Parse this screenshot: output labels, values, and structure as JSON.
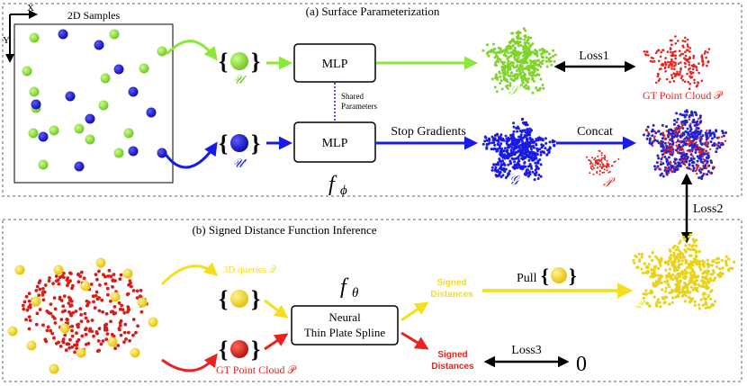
{
  "panel_a": {
    "title": "(a) Surface Parameterization",
    "samples_title": "2D Samples",
    "axis_x": "X",
    "axis_y": "Y",
    "mlp_top": "MLP",
    "mlp_bottom": "MLP",
    "shared_line1": "Shared",
    "shared_line2": "Parameters",
    "f_phi": "f",
    "f_phi_sub": "ϕ",
    "set_u": "𝒰",
    "set_u_prime": "𝒰′",
    "stop_gradients": "Stop Gradients",
    "loss1": "Loss1",
    "gt_cloud": "GT Point Cloud 𝒫",
    "s_label": "𝒮",
    "g_label": "𝒢",
    "p_label": "𝒫",
    "concat": "Concat"
  },
  "loss2": "Loss2",
  "panel_b": {
    "title": "(b) Signed Distance Function Inference",
    "queries": "3D queries 𝒬",
    "gt_cloud": "GT Point Cloud 𝒫",
    "f_theta": "f",
    "f_theta_sub": "θ",
    "ntps_line1": "Neural",
    "ntps_line2": "Thin Plate Spline",
    "signed_dist_yellow_1": "Signed",
    "signed_dist_yellow_2": "Distances",
    "signed_dist_red_1": "Signed",
    "signed_dist_red_2": "Distances",
    "pull": "Pull",
    "q_label": "𝒬",
    "loss3": "Loss3",
    "zero": "0"
  },
  "colors": {
    "green": "#8de63a",
    "blue": "#1a1ae6",
    "red": "#e8231f",
    "yellow": "#f5de1d",
    "dash": "#b0b0b0"
  }
}
